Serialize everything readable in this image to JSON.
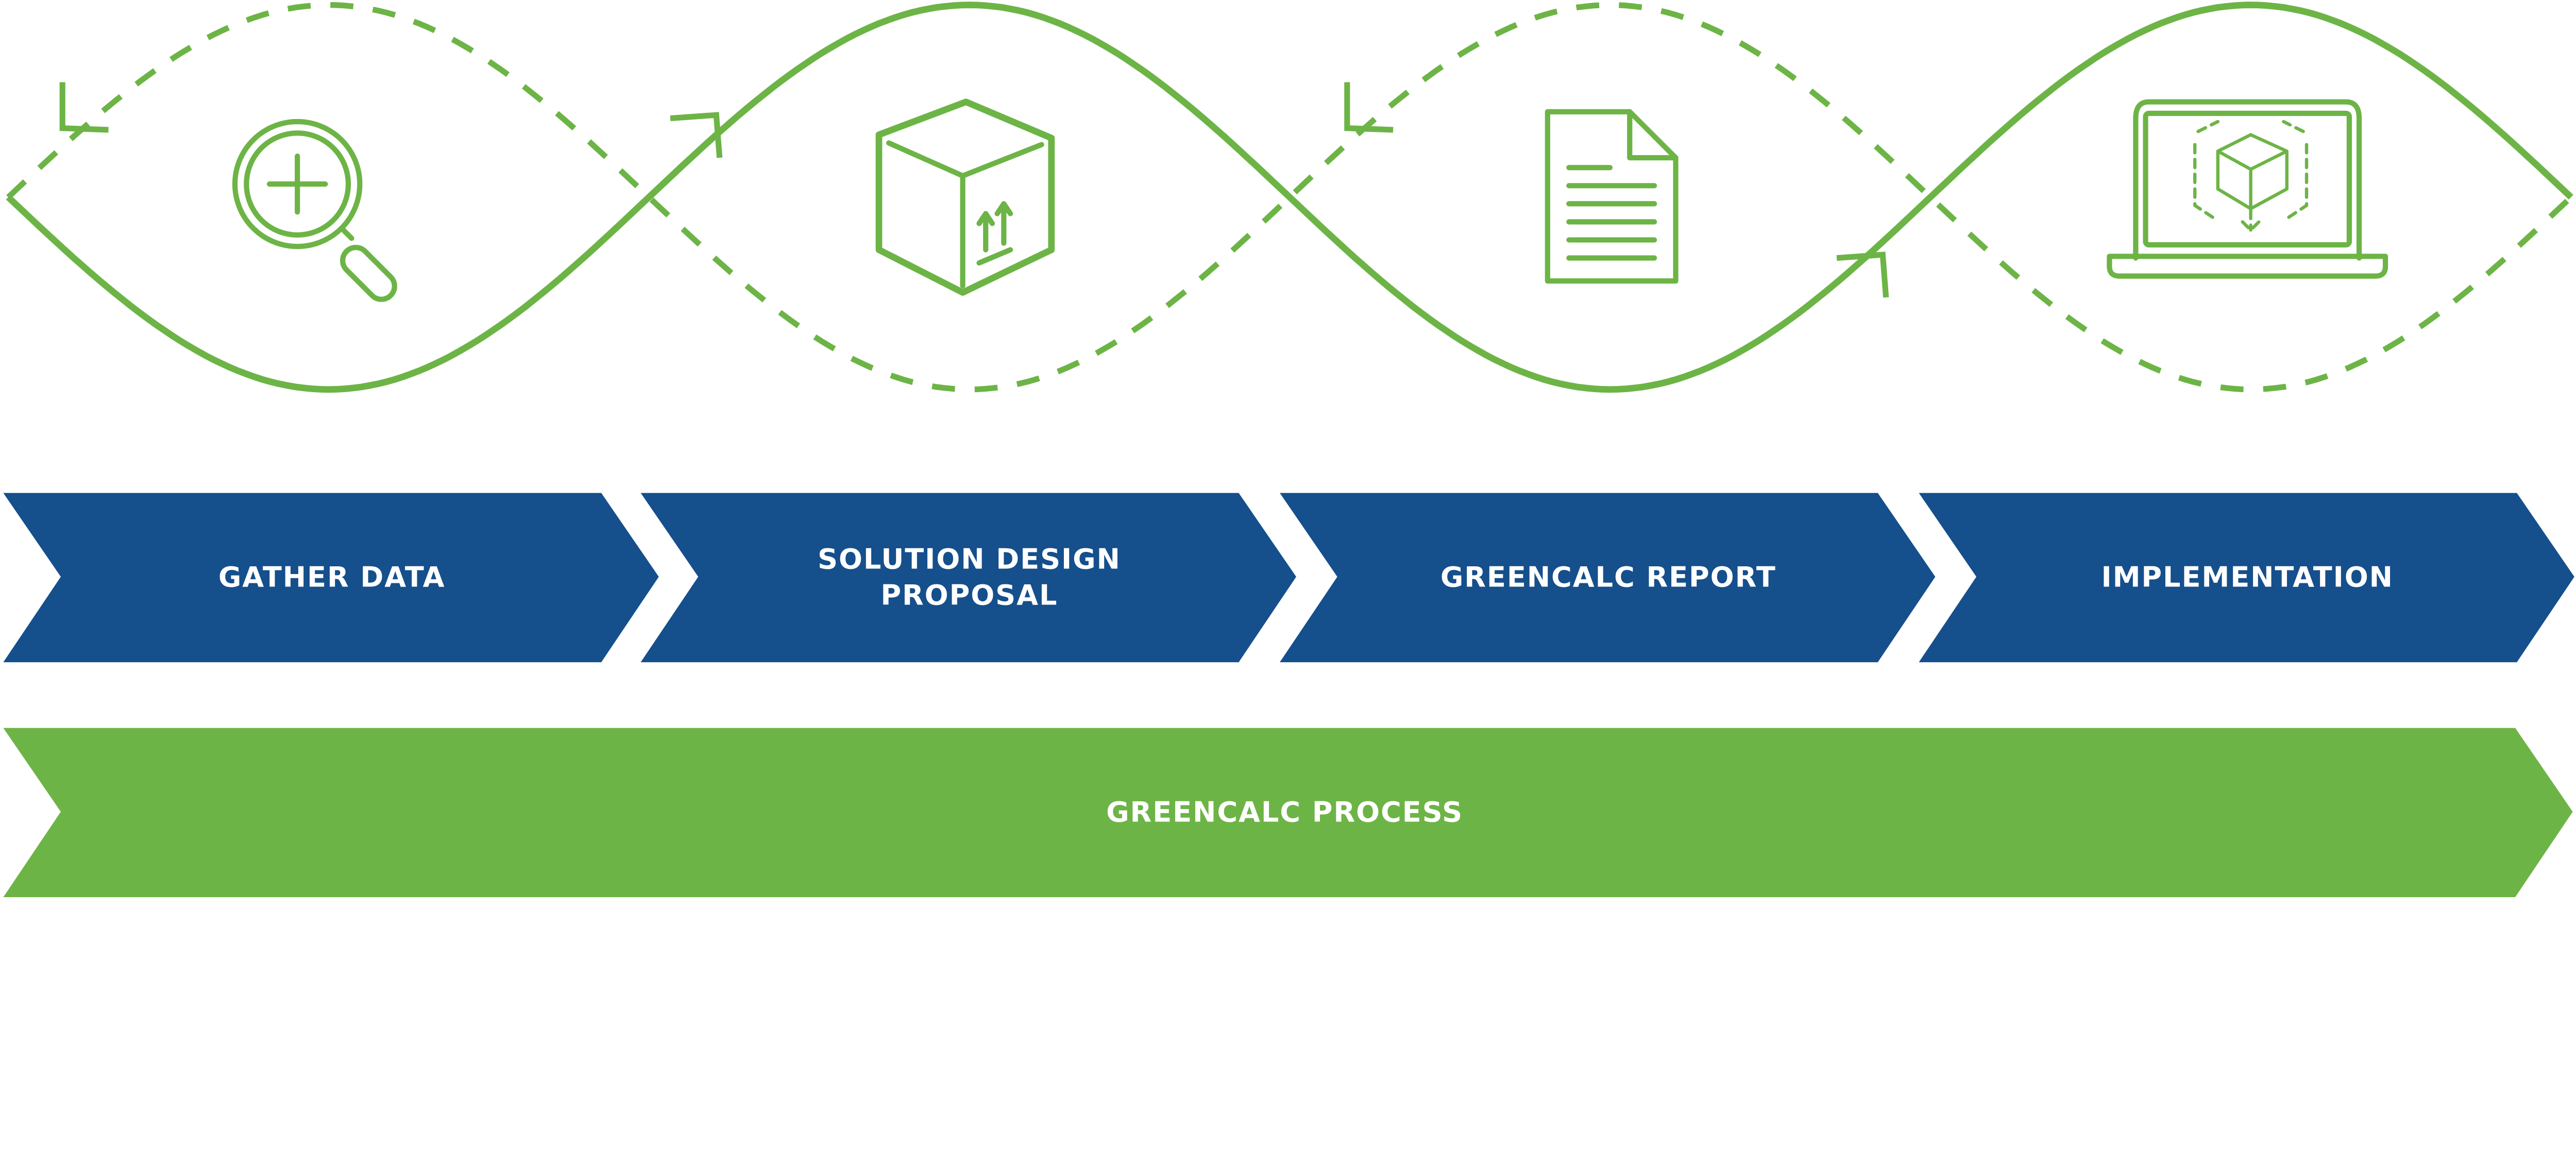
{
  "colors": {
    "blue": "#154f8c",
    "green": "#6db446",
    "text": "#ffffff",
    "background": "#ffffff"
  },
  "icons": [
    "magnifier-plus-icon",
    "box-icon",
    "document-icon",
    "laptop-3d-box-icon"
  ],
  "steps": [
    {
      "label_lines": [
        "GATHER DATA"
      ],
      "icon": "magnifier-plus-icon"
    },
    {
      "label_lines": [
        "SOLUTION DESIGN",
        "PROPOSAL"
      ],
      "icon": "box-icon"
    },
    {
      "label_lines": [
        "GREENCALC REPORT"
      ],
      "icon": "document-icon"
    },
    {
      "label_lines": [
        "IMPLEMENTATION"
      ],
      "icon": "laptop-3d-box-icon"
    }
  ],
  "process": {
    "label": "GREENCALC PROCESS"
  }
}
